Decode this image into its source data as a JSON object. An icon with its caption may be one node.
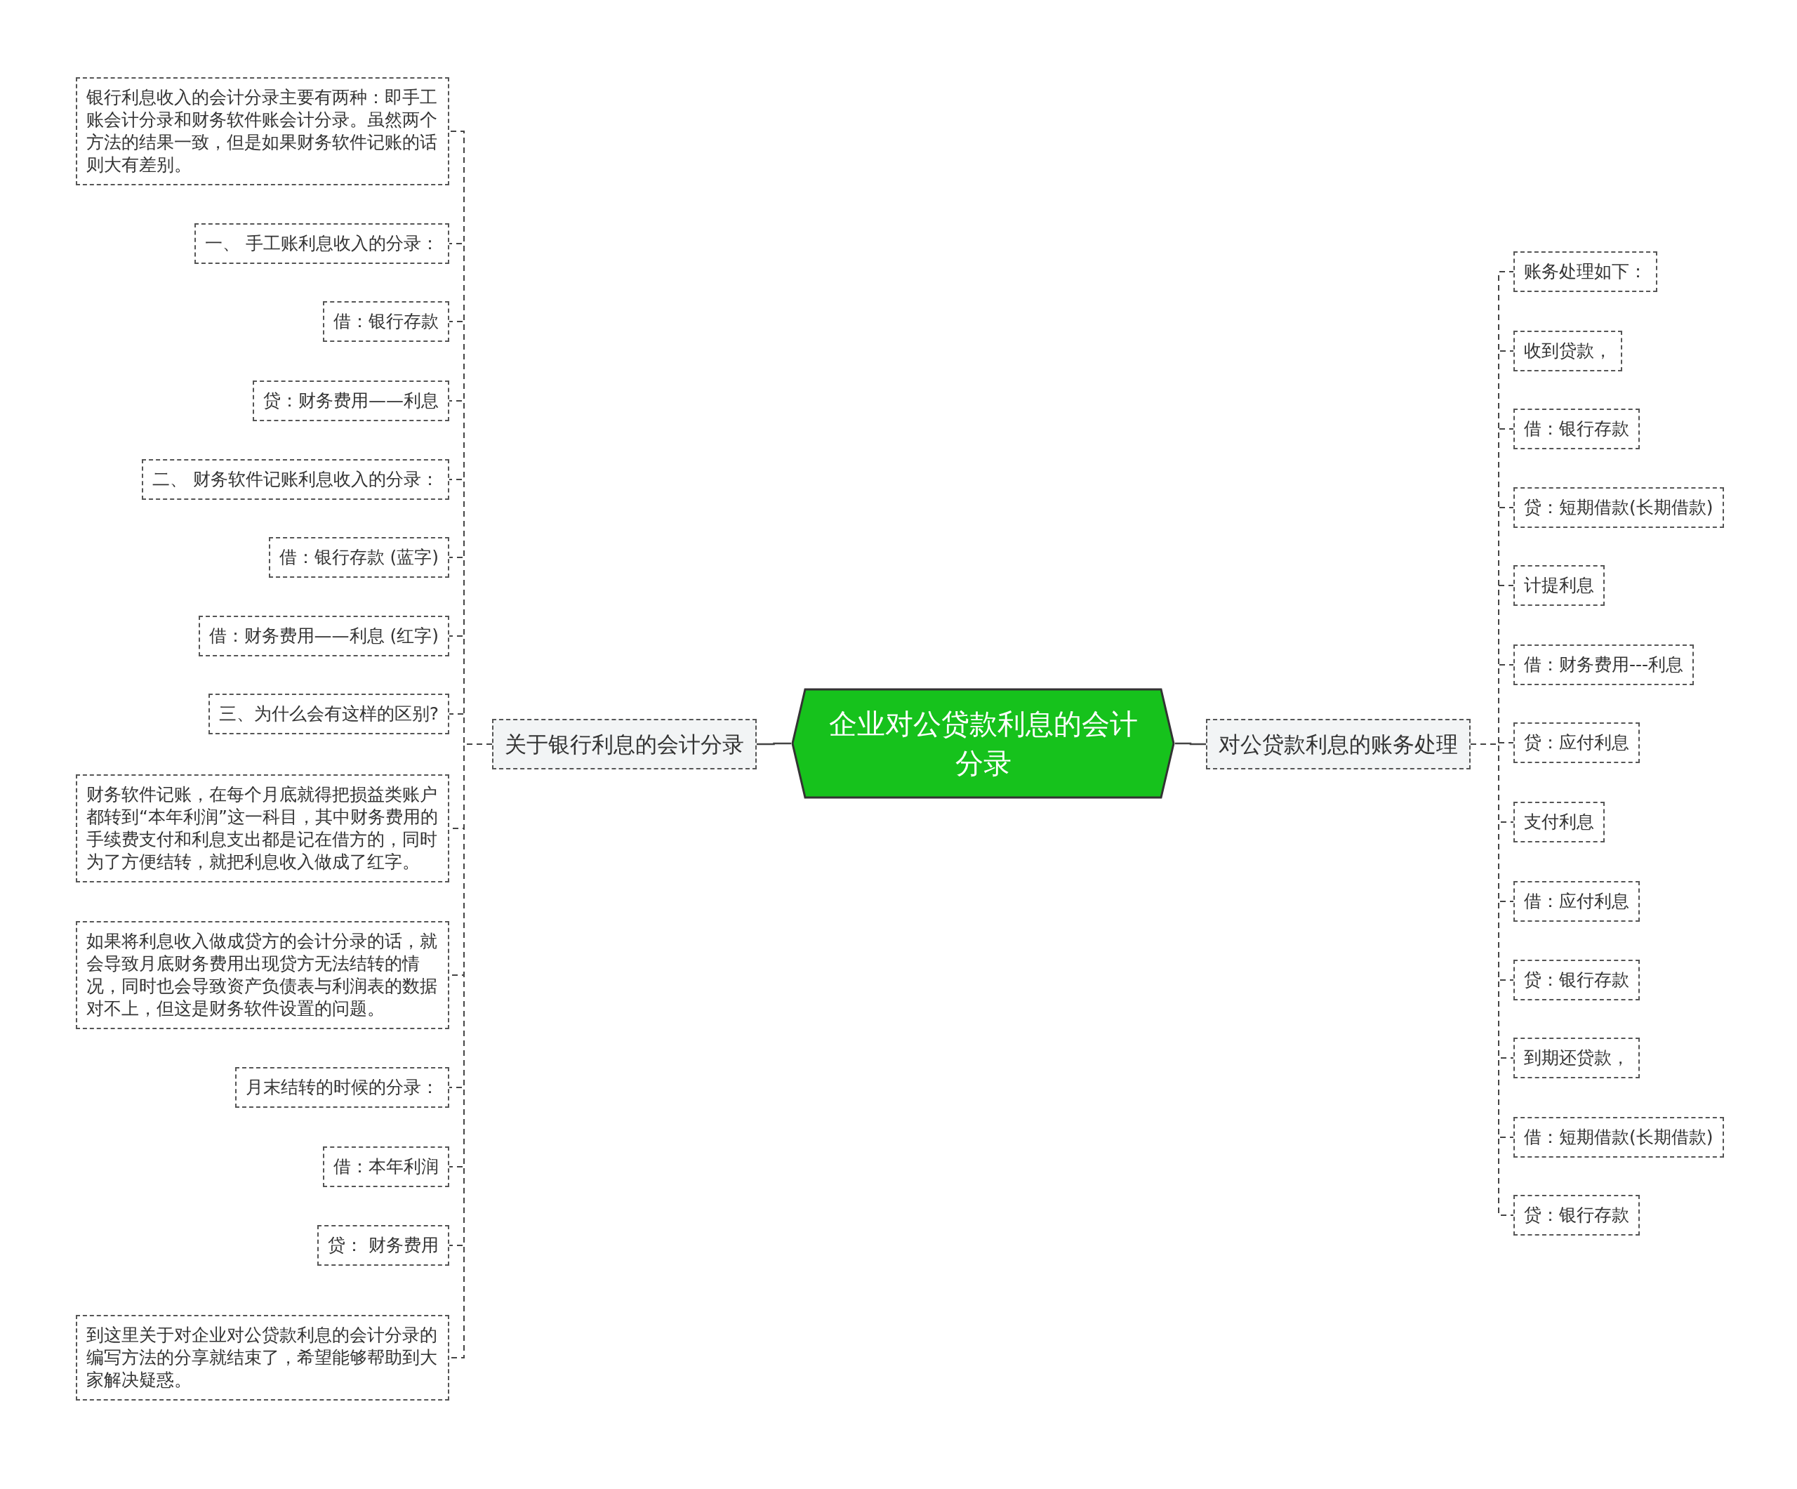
{
  "diagram": {
    "nodes": [
      {
        "text": [
          "企业对公贷款利息的会计分录"
        ]
      },
      {
        "text": [
          "关于银行利息的会计分录"
        ]
      },
      {
        "text": [
          "银行利息收入的会计分录主要有两种：即手工账会计分录和财务软件账会计分录。虽然两个方法的结果一致，但是如果财务软件记账的话则大有差别。"
        ]
      },
      {
        "text": [
          "一、 手工账利息收入的分录："
        ]
      },
      {
        "text": [
          "借：银行存款"
        ]
      },
      {
        "text": [
          "贷：财务费用——利息"
        ]
      },
      {
        "text": [
          "二、 财务软件记账利息收入的分录："
        ]
      },
      {
        "text": [
          "借：银行存款 (蓝字)"
        ]
      },
      {
        "text": [
          "借：财务费用——利息 (红字)"
        ]
      },
      {
        "text": [
          "三、为什么会有这样的区别?"
        ]
      },
      {
        "text": [
          "财务软件记账，在每个月底就得把损益类账户都转到“本年利润”这一科目，其中财务费用的手续费支付和利息支出都是记在借方的，同时为了方便结转，就把利息收入做成了红字。"
        ]
      },
      {
        "text": [
          "如果将利息收入做成贷方的会计分录的话，就会导致月底财务费用出现贷方无法结转的情况，同时也会导致资产负债表与利润表的数据对不上，但这是财务软件设置的问题。"
        ]
      },
      {
        "text": [
          "月末结转的时候的分录："
        ]
      },
      {
        "text": [
          "借：本年利润"
        ]
      },
      {
        "text": [
          "贷： 财务费用"
        ]
      },
      {
        "text": [
          "到这里关于对企业对公贷款利息的会计分录的编写方法的分享就结束了，希望能够帮助到大家解决疑惑。"
        ]
      },
      {
        "text": [
          "对公贷款利息的账务处理"
        ]
      },
      {
        "text": [
          "账务处理如下："
        ]
      },
      {
        "text": [
          "收到贷款，"
        ]
      },
      {
        "text": [
          "借：银行存款"
        ]
      },
      {
        "text": [
          "贷：短期借款(长期借款)"
        ]
      },
      {
        "text": [
          "计提利息"
        ]
      },
      {
        "text": [
          "借：财务费用---利息"
        ]
      },
      {
        "text": [
          "贷：应付利息"
        ]
      },
      {
        "text": [
          "支付利息"
        ]
      },
      {
        "text": [
          "借：应付利息"
        ]
      },
      {
        "text": [
          "贷：银行存款"
        ]
      },
      {
        "text": [
          "到期还贷款，"
        ]
      },
      {
        "text": [
          "借：短期借款(长期借款)"
        ]
      },
      {
        "text": [
          "贷：银行存款"
        ]
      }
    ],
    "edges": [
      {
        "from": 0,
        "to": 1,
        "arrow": "none"
      },
      {
        "from": 1,
        "to": 2,
        "arrow": "none",
        "style": "dashed"
      },
      {
        "from": 1,
        "to": 3,
        "arrow": "none",
        "style": "dashed"
      },
      {
        "from": 1,
        "to": 4,
        "arrow": "none",
        "style": "dashed"
      },
      {
        "from": 1,
        "to": 5,
        "arrow": "none",
        "style": "dashed"
      },
      {
        "from": 1,
        "to": 6,
        "arrow": "none",
        "style": "dashed"
      },
      {
        "from": 1,
        "to": 7,
        "arrow": "none",
        "style": "dashed"
      },
      {
        "from": 1,
        "to": 8,
        "arrow": "none",
        "style": "dashed"
      },
      {
        "from": 1,
        "to": 9,
        "arrow": "none",
        "style": "dashed"
      },
      {
        "from": 1,
        "to": 10,
        "arrow": "none",
        "style": "dashed"
      },
      {
        "from": 1,
        "to": 11,
        "arrow": "none",
        "style": "dashed"
      },
      {
        "from": 1,
        "to": 12,
        "arrow": "none",
        "style": "dashed"
      },
      {
        "from": 1,
        "to": 13,
        "arrow": "none",
        "style": "dashed"
      },
      {
        "from": 1,
        "to": 14,
        "arrow": "none",
        "style": "dashed"
      },
      {
        "from": 1,
        "to": 15,
        "arrow": "none",
        "style": "dashed"
      },
      {
        "from": 0,
        "to": 16,
        "arrow": "none"
      },
      {
        "from": 16,
        "to": 17,
        "arrow": "none",
        "style": "dashed"
      },
      {
        "from": 16,
        "to": 18,
        "arrow": "none",
        "style": "dashed"
      },
      {
        "from": 16,
        "to": 19,
        "arrow": "none",
        "style": "dashed"
      },
      {
        "from": 16,
        "to": 20,
        "arrow": "none",
        "style": "dashed"
      },
      {
        "from": 16,
        "to": 21,
        "arrow": "none",
        "style": "dashed"
      },
      {
        "from": 16,
        "to": 22,
        "arrow": "none",
        "style": "dashed"
      },
      {
        "from": 16,
        "to": 23,
        "arrow": "none",
        "style": "dashed"
      },
      {
        "from": 16,
        "to": 24,
        "arrow": "none",
        "style": "dashed"
      },
      {
        "from": 16,
        "to": 25,
        "arrow": "none",
        "style": "dashed"
      },
      {
        "from": 16,
        "to": 26,
        "arrow": "none",
        "style": "dashed"
      },
      {
        "from": 16,
        "to": 27,
        "arrow": "none",
        "style": "dashed"
      },
      {
        "from": 16,
        "to": 28,
        "arrow": "none",
        "style": "dashed"
      },
      {
        "from": 16,
        "to": 29,
        "arrow": "none",
        "style": "dashed"
      }
    ]
  }
}
